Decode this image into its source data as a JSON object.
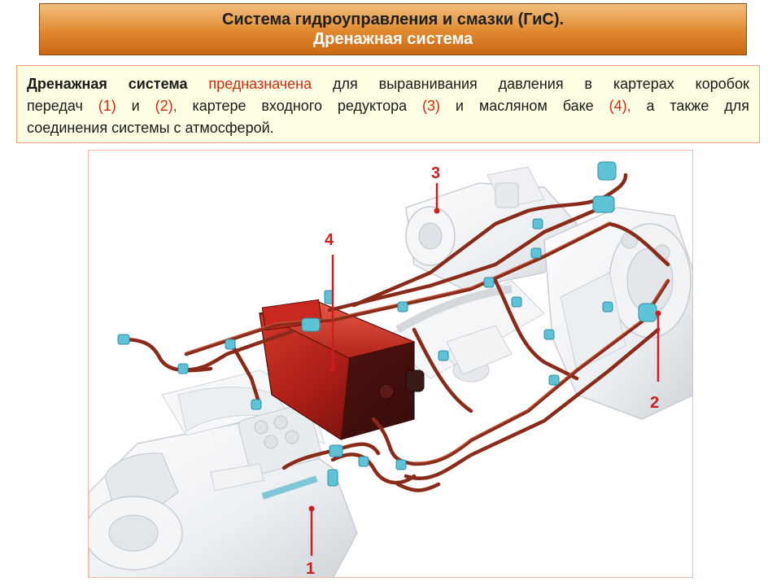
{
  "slide": {
    "title": "Система гидроуправления и смазки (ГиС).",
    "subtitle": "Дренажная система"
  },
  "description": {
    "line1": {
      "lead": "Дренажная система",
      "highlight": "предназначена",
      "rest": "для выравнивания давления в картерах коробок"
    },
    "line2": {
      "t1": "передач",
      "r1": "(1)",
      "t2": "и",
      "r2": "(2),",
      "t3": "картере входного редуктора",
      "r3": "(3)",
      "t4": "и масляном баке",
      "r4": "(4),",
      "t5": "а также для"
    },
    "line3": "соединения системы с атмосферой."
  },
  "figure": {
    "callouts": [
      "1",
      "2",
      "3",
      "4"
    ],
    "colors": {
      "housing": "#f1f3f5",
      "tank": "#b8201a",
      "pipe": "#8a2a18",
      "fitting": "#5fc3d8",
      "callout": "#cc1e1e"
    }
  }
}
